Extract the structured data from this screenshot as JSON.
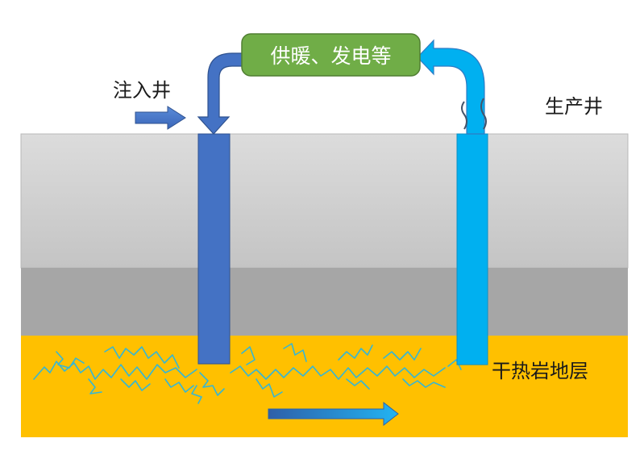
{
  "labels": {
    "injection_well": "注入井",
    "production_well": "生产井",
    "utilization": "供暖、发电等",
    "hot_dry_rock": "干热岩地层"
  },
  "colors": {
    "upper_layer": "#cfcfcf",
    "middle_layer": "#a6a6a6",
    "hot_rock_layer": "#ffc000",
    "injection_pipe": "#4472c4",
    "production_pipe": "#00b0f0",
    "utilization_box": "#70ad47",
    "fracture": "#34b6d6"
  }
}
